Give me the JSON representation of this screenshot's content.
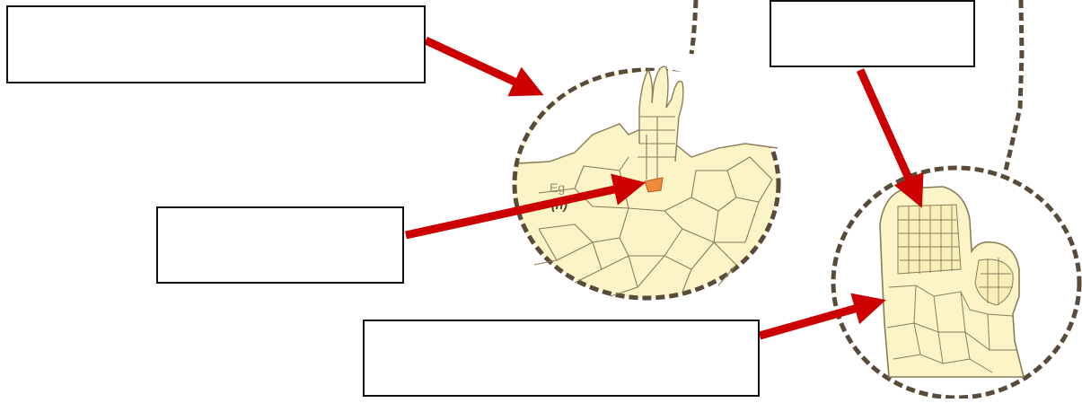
{
  "colors": {
    "cell_fill": "#fbf4c6",
    "cell_line": "#8a7d5a",
    "dashed_border": "#5a4a3a",
    "arrow": "#cc0000",
    "egg": "#f08a3c",
    "label_border": "#111111"
  },
  "label_boxes": {
    "top_left": "",
    "top_right": "",
    "middle_left": "",
    "bottom_center": ""
  },
  "diagram_text": {
    "egg_label_partial": "Eg",
    "egg_ploidy": "(n)"
  },
  "icons": [
    "archegonium-cell-diagram",
    "antheridium-cell-diagram",
    "red-arrow"
  ]
}
